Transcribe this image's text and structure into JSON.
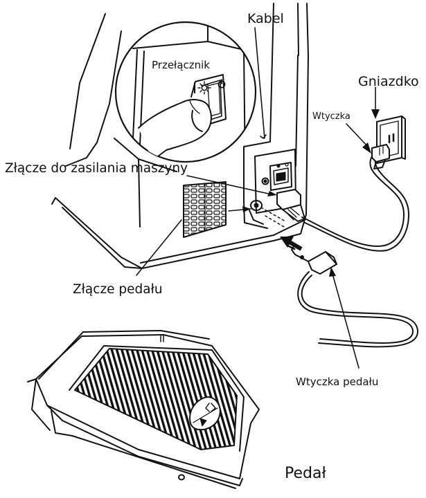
{
  "labels": {
    "kabel": "Kabel",
    "przelacznik": "Przełącznik",
    "gniazdko": "Gniazdko",
    "wtyczka": "Wtyczka",
    "zlacze_zasilania": "Złącze do zasilania maszyny",
    "zlacze_pedalu": "Złącze pedału",
    "wtyczka_pedalu": "Wtyczka pedału",
    "pedal": "Pedał"
  },
  "icons": {
    "switch_on_symbol": "sun-icon",
    "switch_off_symbol": "power-off-icon",
    "pedal_badge": "scissors-icon"
  },
  "colors": {
    "line": "#111111",
    "background": "#ffffff"
  }
}
